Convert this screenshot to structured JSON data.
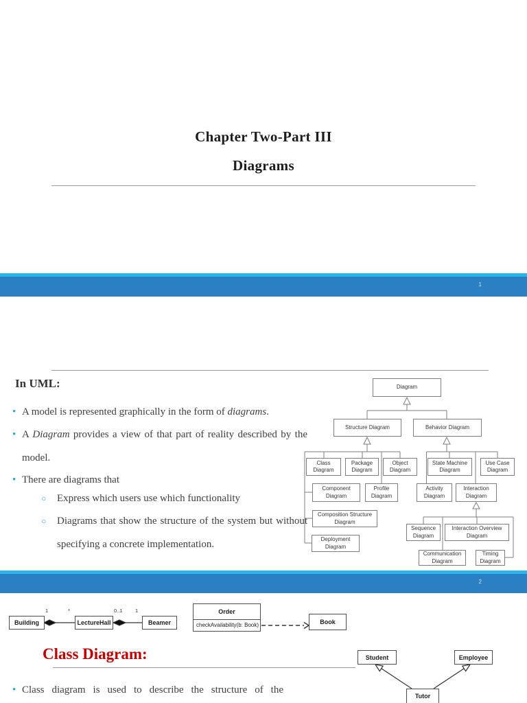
{
  "colors": {
    "footer_bar": "#2a80c2",
    "footer_stripe": "#2bb6e9",
    "bullet_blue": "#2b9fd8",
    "heading_red": "#c00000"
  },
  "slide1": {
    "title": "Chapter Two-Part III",
    "subtitle": "Diagrams",
    "page_number": "1"
  },
  "slide2": {
    "heading": "In UML:",
    "bullet_glyph": "•",
    "sub_bullet_glyph": "○",
    "b1_pre": "A model is represented graphically in the form of ",
    "b1_em": "diagrams",
    "b1_post": ".",
    "b2_pre": "A ",
    "b2_em": "Diagram",
    "b2_post": " provides a view of that part of reality described by the model.",
    "b3": "There are diagrams that",
    "sub1": "Express which users use which functionality",
    "sub2": "Diagrams that show the structure of the system but without specifying a concrete implementation.",
    "page_number": "2",
    "tree": {
      "diagram": "Diagram",
      "structure": "Structure Diagram",
      "behavior": "Behavior Diagram",
      "class": "Class Diagram",
      "package": "Package Diagram",
      "object": "Object Diagram",
      "state_machine": "State Machine Diagram",
      "use_case": "Use Case Diagram",
      "component": "Component Diagram",
      "profile": "Profile Diagram",
      "activity": "Activity Diagram",
      "interaction": "Interaction Diagram",
      "composition": "Composition Structure Diagram",
      "deployment": "Deployment Diagram",
      "sequence": "Sequence Diagram",
      "interaction_overview": "Interaction Overview Diagram",
      "communication": "Communication Diagram",
      "timing": "Timing Diagram"
    }
  },
  "slide3": {
    "heading": "Class Diagram:",
    "bullet_glyph": "•",
    "b1": "Class diagram is used to describe the structure of the",
    "assoc": {
      "building": "Building",
      "lecture_hall": "LectureHall",
      "beamer": "Beamer",
      "mult_building": "1",
      "mult_halls": "*",
      "mult_hall_beamer": "0..1",
      "mult_beamer": "1"
    },
    "order_class": {
      "name": "Order",
      "operation": "checkAvailability(b: Book)"
    },
    "book_class": "Book",
    "generalization": {
      "student": "Student",
      "employee": "Employee",
      "tutor": "Tutor"
    }
  }
}
